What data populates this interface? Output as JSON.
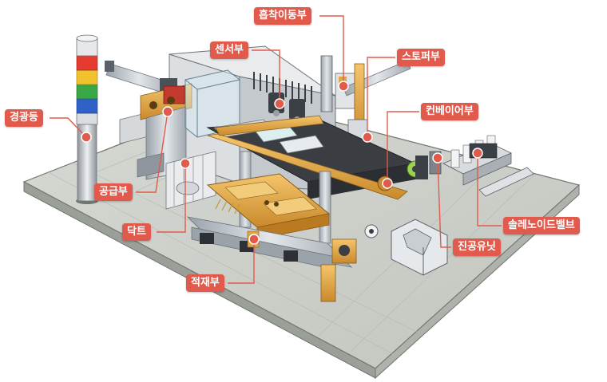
{
  "labels": {
    "tower_light": "경광등",
    "sensor": "센서부",
    "suction_transfer": "흡착이동부",
    "stopper": "스토퍼부",
    "conveyor": "컨베이어부",
    "supply": "공급부",
    "duct": "닥트",
    "loading": "적재부",
    "solenoid_valve": "솔레노이드밸브",
    "vacuum_unit": "진공유닛"
  },
  "colors": {
    "callout": "#e25a4b",
    "base_plate": "#c9cdc7",
    "aluminum": "#b8bec4",
    "brass": "#e0a646",
    "conveyor_belt": "#3a3d42",
    "tower_red": "#e53b30",
    "tower_yellow": "#f2c12e",
    "tower_green": "#39a845",
    "tower_blue": "#2f62c9"
  }
}
